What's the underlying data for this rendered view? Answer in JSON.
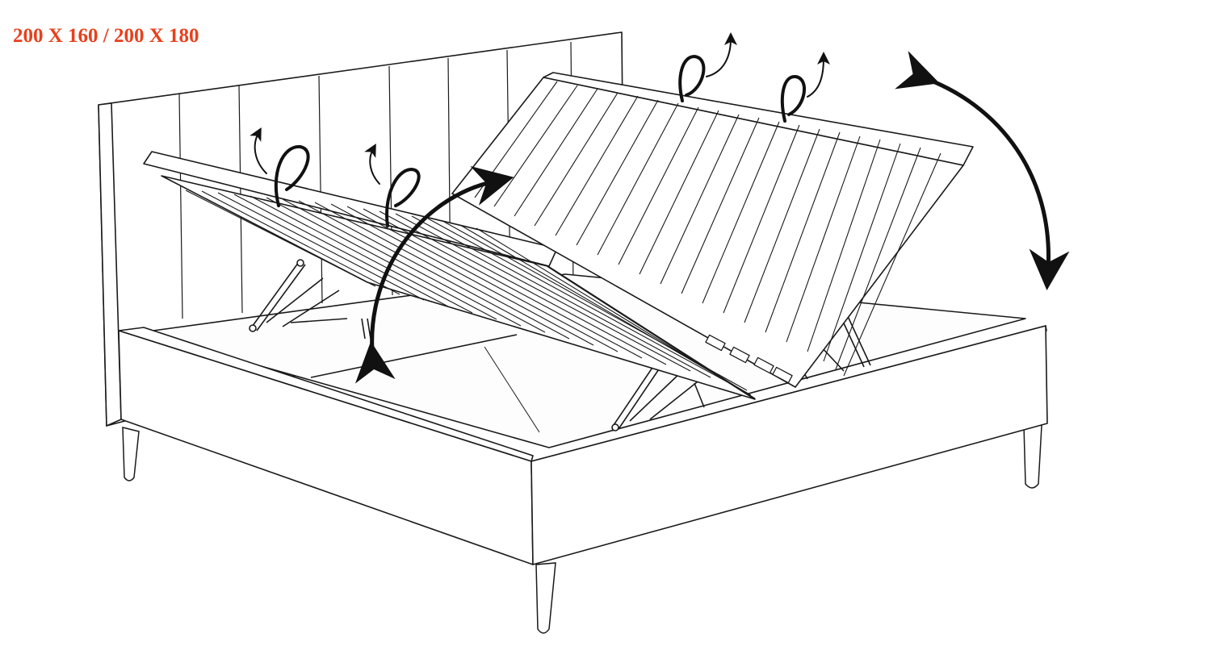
{
  "size_label": "200 X 160 / 200 X 180",
  "colors": {
    "label": "#e8401c",
    "line": "#1a1a1a",
    "arrow": "#111111",
    "background": "#ffffff"
  },
  "diagram": {
    "subject": "bed-with-lift-up-storage",
    "lids": [
      {
        "side": "left",
        "state": "open",
        "straps": 2
      },
      {
        "side": "right",
        "state": "open",
        "straps": 2
      }
    ]
  }
}
